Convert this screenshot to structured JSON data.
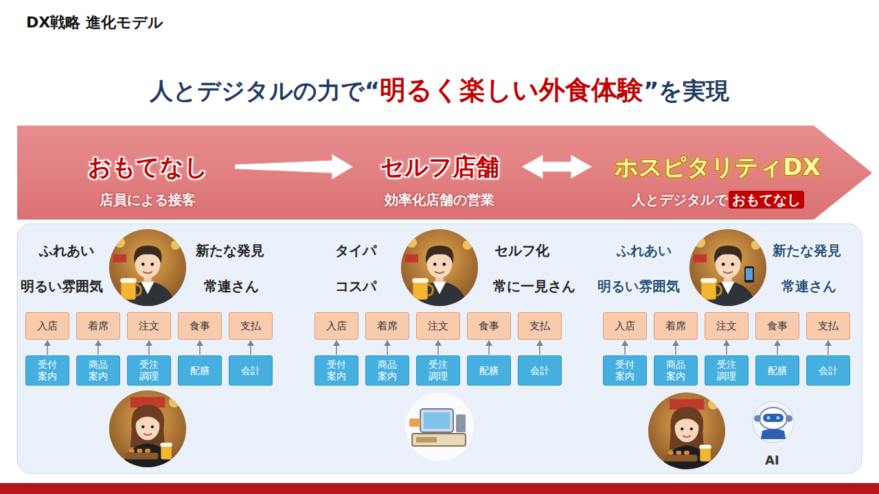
{
  "diagram": {
    "title": "DX戦略 進化モデル",
    "nodes": [
      {
        "text": [
          "おもてなし",
          "店員による接客"
        ]
      },
      {
        "text": [
          "セルフ店舗",
          "効率化店舗の営業"
        ]
      },
      {
        "text": [
          "ホスピタリティDX",
          "人とデジタルで",
          "おもてなし"
        ]
      },
      {
        "text": [
          "入店"
        ]
      },
      {
        "text": [
          "着席"
        ]
      },
      {
        "text": [
          "注文"
        ]
      },
      {
        "text": [
          "食事"
        ]
      },
      {
        "text": [
          "支払"
        ]
      },
      {
        "text": [
          "受付 案内"
        ]
      },
      {
        "text": [
          "商品 案内"
        ]
      },
      {
        "text": [
          "受注 調理"
        ]
      },
      {
        "text": [
          "配膳"
        ]
      },
      {
        "text": [
          "会計"
        ]
      },
      {
        "text": [
          "入店"
        ]
      },
      {
        "text": [
          "着席"
        ]
      },
      {
        "text": [
          "注文"
        ]
      },
      {
        "text": [
          "食事"
        ]
      },
      {
        "text": [
          "支払"
        ]
      },
      {
        "text": [
          "受付 案内"
        ]
      },
      {
        "text": [
          "商品 案内"
        ]
      },
      {
        "text": [
          "受注 調理"
        ]
      },
      {
        "text": [
          "配膳"
        ]
      },
      {
        "text": [
          "会計"
        ]
      },
      {
        "text": [
          "入店"
        ]
      },
      {
        "text": [
          "着席"
        ]
      },
      {
        "text": [
          "注文"
        ]
      },
      {
        "text": [
          "食事"
        ]
      },
      {
        "text": [
          "支払"
        ]
      },
      {
        "text": [
          "受付 案内"
        ]
      },
      {
        "text": [
          "商品 案内"
        ]
      },
      {
        "text": [
          "受注 調理"
        ]
      },
      {
        "text": [
          "配膳"
        ]
      },
      {
        "text": [
          "会計"
        ]
      }
    ],
    "edges": [
      {
        "from": 0,
        "to": 1,
        "arrow": "to"
      },
      {
        "from": 1,
        "to": 2,
        "arrow": "both"
      },
      {
        "from": 8,
        "to": 3,
        "arrow": "to"
      },
      {
        "from": 9,
        "to": 4,
        "arrow": "to"
      },
      {
        "from": 10,
        "to": 5,
        "arrow": "to"
      },
      {
        "from": 11,
        "to": 6,
        "arrow": "to"
      },
      {
        "from": 12,
        "to": 7,
        "arrow": "to"
      },
      {
        "from": 18,
        "to": 13,
        "arrow": "to"
      },
      {
        "from": 19,
        "to": 14,
        "arrow": "to"
      },
      {
        "from": 20,
        "to": 15,
        "arrow": "to"
      },
      {
        "from": 21,
        "to": 16,
        "arrow": "to"
      },
      {
        "from": 22,
        "to": 17,
        "arrow": "to"
      },
      {
        "from": 28,
        "to": 23,
        "arrow": "to"
      },
      {
        "from": 29,
        "to": 24,
        "arrow": "to"
      },
      {
        "from": 30,
        "to": 25,
        "arrow": "to"
      },
      {
        "from": 31,
        "to": 26,
        "arrow": "to"
      },
      {
        "from": 32,
        "to": 27,
        "arrow": "to"
      }
    ],
    "labels": [
      "人とデジタルの力で“",
      "明るく楽しい外食体験",
      "”を実現",
      "ふれあい",
      "新たな発見",
      "明るい雰囲気",
      "常連さん",
      "タイパ",
      "セルフ化",
      "コスパ",
      "常に一見さん",
      "ふれあい",
      "新たな発見",
      "明るい雰囲気",
      "常連さん",
      "AI"
    ]
  }
}
